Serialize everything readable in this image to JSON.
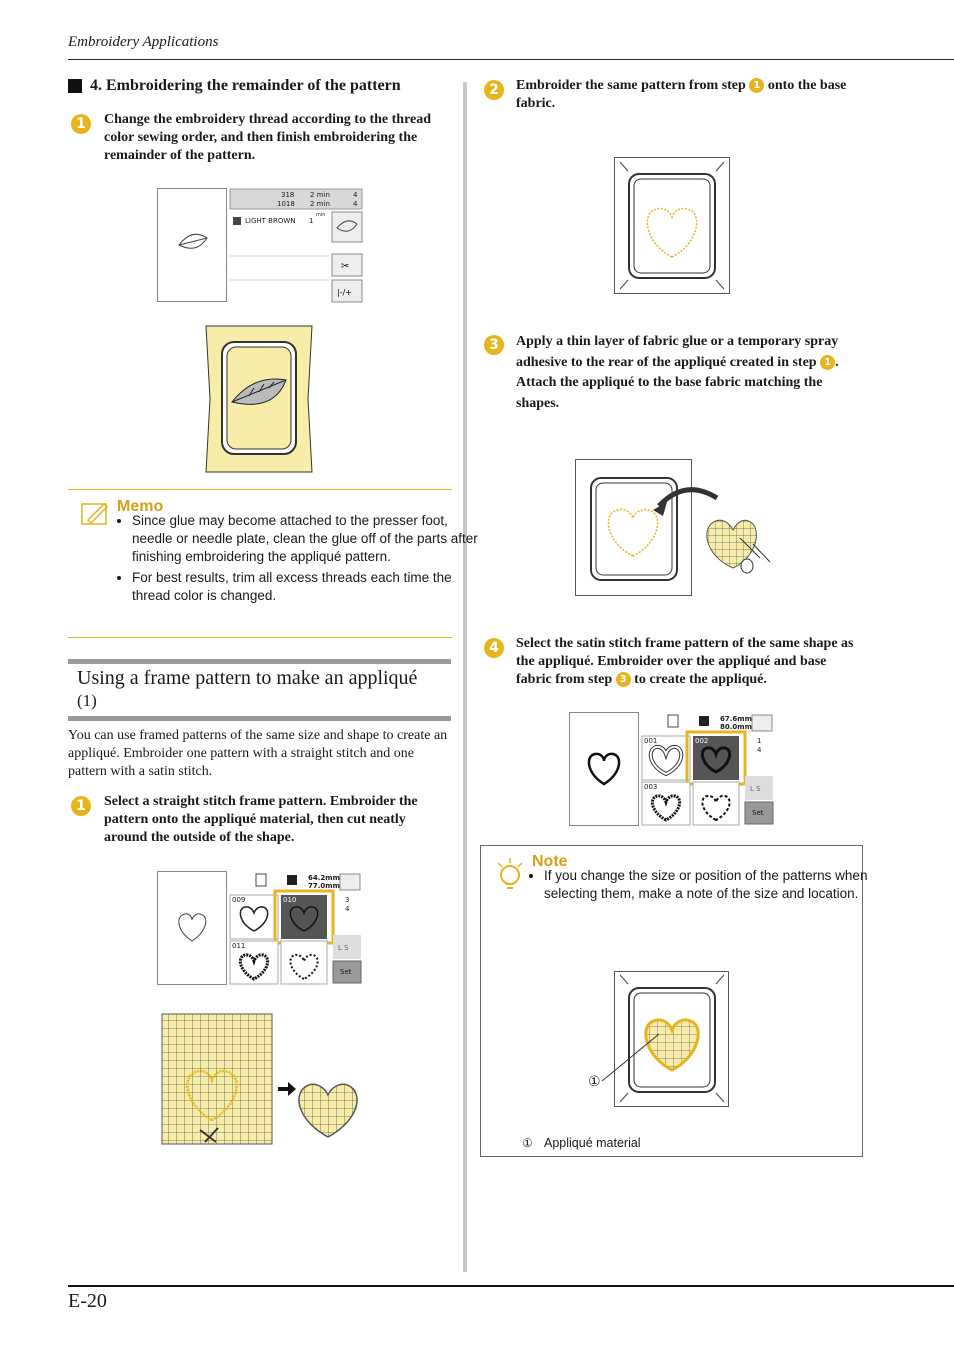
{
  "header": {
    "running_title": "Embroidery Applications"
  },
  "page_number": "E-20",
  "left": {
    "section4_heading": "4. Embroidering the remainder of the pattern",
    "step1": {
      "num": "1",
      "text": "Change the embroidery thread according to the thread color sewing order, and then finish embroidering the remainder of the pattern."
    },
    "screen1": {
      "counter1": "318",
      "counter2": "1018",
      "time1": "2 min",
      "time2": "2 min",
      "color_index": "4",
      "color_total": "4",
      "thread_name": "LIGHT BROWN",
      "thread_time": "1",
      "thread_unit": "min"
    },
    "memo": {
      "title": "Memo",
      "items": [
        "Since glue may become attached to the presser foot, needle or needle plate, clean the glue off of the parts after finishing embroidering the appliqué pattern.",
        "For best results, trim all excess threads each time the thread color is changed."
      ]
    },
    "section_title": "Using a frame pattern to make an appliqué",
    "section_title_num": "(1)",
    "intro": "You can use framed patterns of the same size and shape to create an appliqué. Embroider one pattern with a straight stitch and one pattern with a satin stitch.",
    "step1b": {
      "num": "1",
      "text": "Select a straight stitch frame pattern. Embroider the pattern onto the appliqué material, then cut neatly around the outside of the shape."
    },
    "screen2": {
      "size1": "64.2mm",
      "size2": "77.0mm",
      "page": "3",
      "pages": "4",
      "cells": [
        "009",
        "010",
        "011",
        ""
      ],
      "ls": "L  S",
      "set": "Set"
    }
  },
  "right": {
    "step2": {
      "num": "2",
      "text_a": "Embroider the same pattern from step",
      "ref": "1",
      "text_b": "onto the base fabric."
    },
    "step3": {
      "num": "3",
      "text_a": "Apply a thin layer of fabric glue or a temporary spray adhesive to the rear of the appliqué created in step",
      "ref": "1",
      "text_b": ". Attach the appliqué to the base fabric matching the shapes."
    },
    "step4": {
      "num": "4",
      "text_a": "Select the satin stitch frame pattern of the same shape as the appliqué. Embroider over the appliqué and base fabric from step",
      "ref": "3",
      "text_b": "to create the appliqué."
    },
    "screen3": {
      "size1": "67.6mm",
      "size2": "80.0mm",
      "page": "1",
      "pages": "4",
      "cells": [
        "001",
        "002",
        "003",
        ""
      ],
      "ls": "L  S",
      "set": "Set"
    },
    "note": {
      "title": "Note",
      "items": [
        "If you change the size or position of the patterns when selecting them, make a note of the size and location."
      ],
      "callout_num": "①",
      "caption_num": "①",
      "caption": "Appliqué material"
    }
  },
  "colors": {
    "accent": "#e7b41e",
    "fabric": "#f8eda8",
    "rule_gray": "#999999"
  }
}
